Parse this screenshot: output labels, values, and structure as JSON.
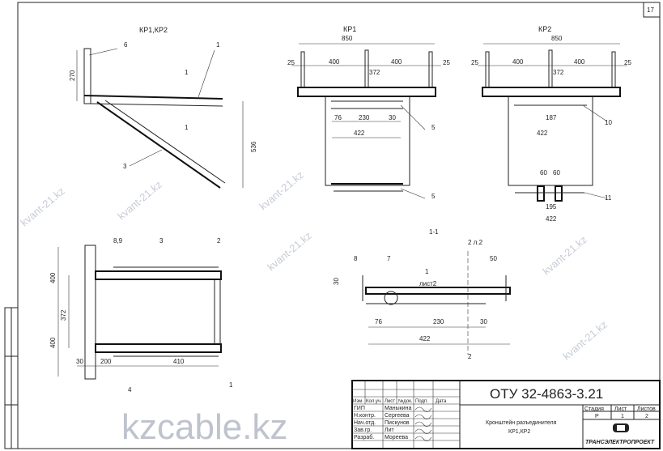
{
  "sheet_number": "17",
  "watermark": {
    "small": "kvant-21.kz",
    "large": "kzcable.kz"
  },
  "views": {
    "side": {
      "title": "КР1,КР2",
      "labels": [
        "6",
        "1",
        "3"
      ],
      "dims": [
        "270",
        "536"
      ],
      "section_marks": [
        "1",
        "1"
      ]
    },
    "kr1": {
      "title": "КР1",
      "dims": {
        "overall": "850",
        "left_edge": "25",
        "left": "400",
        "right": "400",
        "right_edge": "25",
        "inner": "372",
        "a": "76",
        "b": "230",
        "c": "30",
        "width": "422"
      },
      "labels": [
        "5",
        "5"
      ]
    },
    "kr2": {
      "title": "КР2",
      "dims": {
        "overall": "850",
        "left_edge": "25",
        "left": "400",
        "right": "400",
        "right_edge": "25",
        "inner": "372",
        "holes": "187",
        "width": "422",
        "s1": "60",
        "s2": "60",
        "bolts": "195",
        "bottom": "422"
      },
      "labels": [
        "10",
        "11"
      ]
    },
    "plan": {
      "labels": {
        "l89": "8,9",
        "l3": "3",
        "l2": "2",
        "l4": "4",
        "l1": "1"
      },
      "dims": {
        "top": "400",
        "mid": "372",
        "bottom": "400",
        "d30": "30",
        "d200": "200",
        "d410": "410"
      }
    },
    "section": {
      "title": "1-1",
      "ref": "2 л.2",
      "labels": {
        "l8": "8",
        "l7": "7",
        "l1": "1",
        "sheet": "лист2",
        "l2": "2"
      },
      "dims": {
        "d50": "50",
        "d30v": "30",
        "d76": "76",
        "d230": "230",
        "d30": "30",
        "d422": "422"
      }
    }
  },
  "title_block": {
    "code": "ОТУ 32-4863-3.21",
    "headers": [
      "Изм.",
      "Кол.уч.",
      "Лист",
      "№док.",
      "Подп.",
      "Дата"
    ],
    "roles": [
      {
        "role": "ГИП",
        "name": "Маныкина"
      },
      {
        "role": "Н.контр.",
        "name": "Сергеева"
      },
      {
        "role": "Нач.отд.",
        "name": "Пискунов"
      },
      {
        "role": "Зав.гр.",
        "name": "Лит"
      },
      {
        "role": "Разраб.",
        "name": "Мореева"
      }
    ],
    "description": [
      "Кронштейн разъединителя",
      "КР1,КР2"
    ],
    "stage_label": "Стадия",
    "sheet_label": "Лист",
    "sheets_label": "Листов",
    "stage": "Р",
    "sheet": "1",
    "sheets": "2",
    "company": "ТРАНСЭЛЕКТРОПРОЕКТ"
  }
}
